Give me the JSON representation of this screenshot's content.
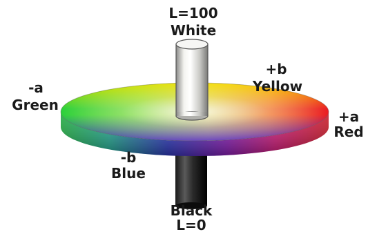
{
  "labels": {
    "top_value": "L=100",
    "top_name": "White",
    "bottom_name": "Black",
    "bottom_value": "L=0",
    "left_sign": "-a",
    "left_name": "Green",
    "right_sign": "+a",
    "right_name": "Red",
    "upper_sign": "+b",
    "upper_name": "Yellow",
    "lower_sign": "-b",
    "lower_name": "Blue"
  },
  "colors": {
    "green": "#33cc33",
    "red": "#e8101a",
    "yellow": "#ffe600",
    "blue": "#3030d0",
    "white": "#ffffff",
    "black": "#000000"
  }
}
